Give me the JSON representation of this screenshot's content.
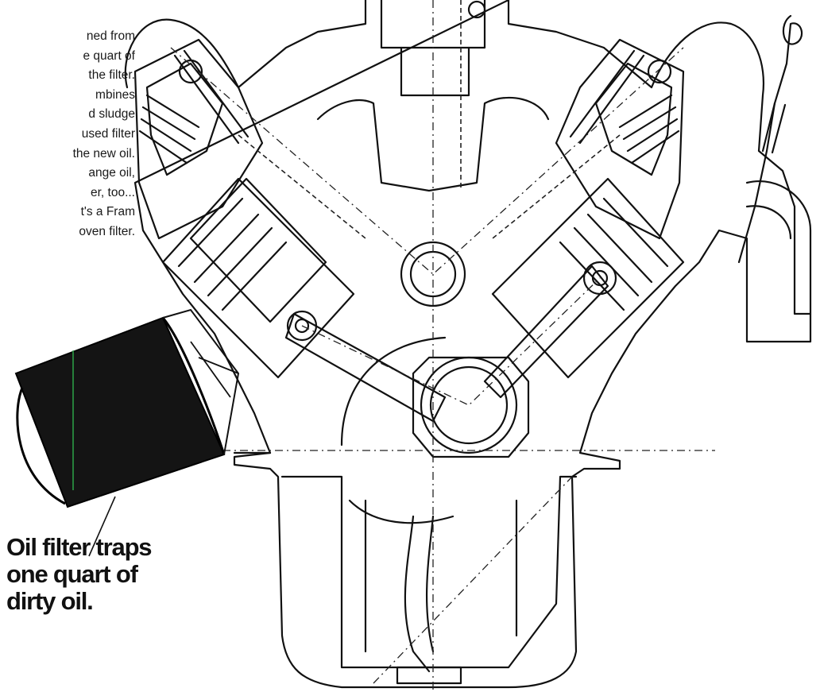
{
  "blurb_lines": [
    "ned from",
    "e quart of",
    "the filter.",
    "mbines",
    "d sludge",
    "used filter",
    "the new oil.",
    "ange oil,",
    "er, too...",
    "t's a Fram",
    "oven filter."
  ],
  "caption_lines": [
    "Oil filter traps",
    "one  quart of",
    "dirty oil."
  ],
  "colors": {
    "ink": "#111111",
    "filter_body": "#141414",
    "filter_seam": "#2fae4a",
    "paper": "#ffffff"
  },
  "icons": {
    "engine": "v8-engine-cross-section-line-drawing",
    "filter": "oil-filter-canister"
  }
}
